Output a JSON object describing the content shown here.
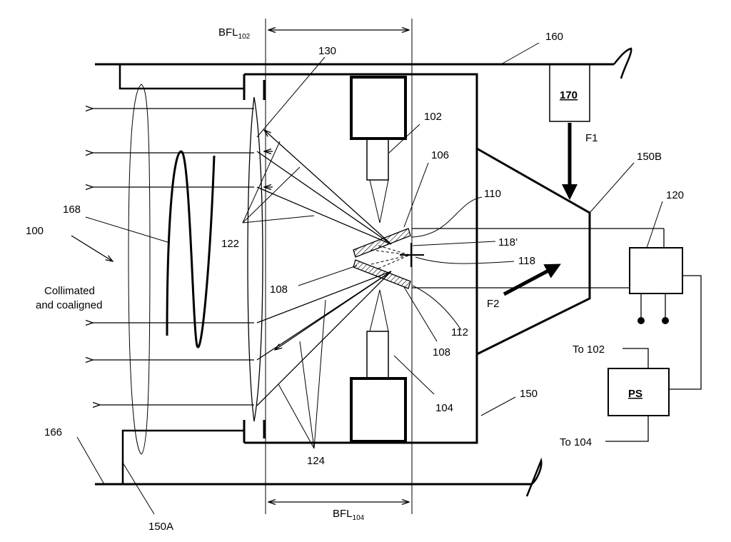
{
  "labels": {
    "bfl102_main": "BFL",
    "bfl102_sub": "102",
    "bfl104_main": "BFL",
    "bfl104_sub": "104",
    "n130": "130",
    "n160": "160",
    "n170": "170",
    "n102": "102",
    "n106": "106",
    "f1": "F1",
    "n150b": "150B",
    "n120": "120",
    "n168": "168",
    "n110": "110",
    "n100": "100",
    "n122": "122",
    "n118p": "118’",
    "n118": "118",
    "collimated_1": "Collimated",
    "collimated_2": "and coaligned",
    "n108a": "108",
    "f2": "F2",
    "n112": "112",
    "n108b": "108",
    "to102": "To 102",
    "ps": "PS",
    "n150": "150",
    "n104": "104",
    "n166": "166",
    "to104": "To 104",
    "n124": "124",
    "n150a": "150A"
  }
}
